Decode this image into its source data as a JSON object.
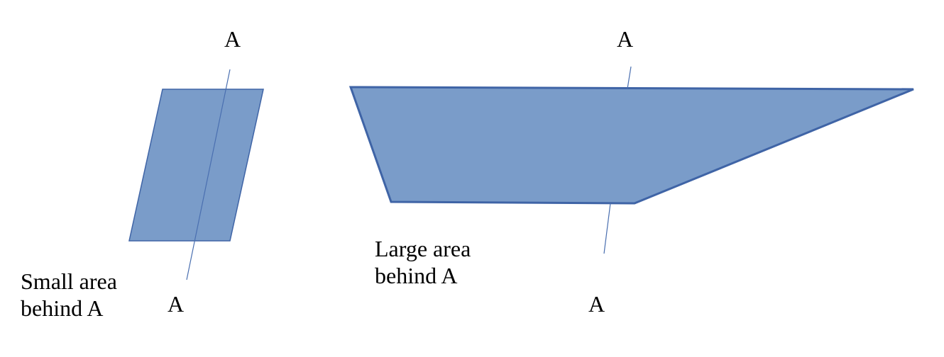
{
  "colors": {
    "shape_fill": "#7a9cc9",
    "shape_stroke": "#3f64a6",
    "line_stroke": "#4a6fb0",
    "text": "#000000"
  },
  "left_diagram": {
    "top_label": "A",
    "bottom_label": "A",
    "caption_line1": "Small area",
    "caption_line2": "behind A"
  },
  "right_diagram": {
    "top_label": "A",
    "bottom_label": "A",
    "caption_line1": "Large area",
    "caption_line2": "behind A"
  }
}
